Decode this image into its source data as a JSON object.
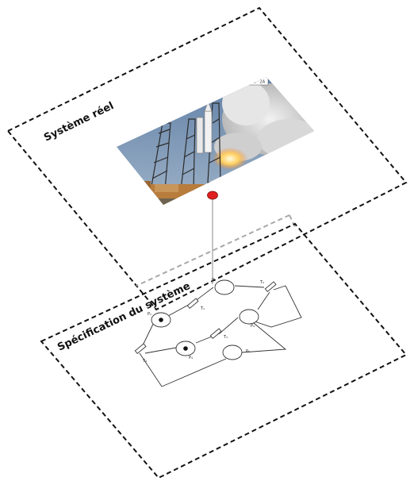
{
  "planes": {
    "real": {
      "label": "Système réel"
    },
    "spec": {
      "label": "Spécification du système"
    }
  },
  "photo": {
    "badge": "GG · 2A"
  },
  "colors": {
    "frame": "#111111",
    "ghost_frame": "#a8a8a8",
    "connector_dot": "#e02020",
    "connector_line": "#8a8a8a",
    "net": "#333333"
  },
  "petri_net": {
    "places": [
      {
        "id": "p1",
        "label": "P₁",
        "token": true
      },
      {
        "id": "p2",
        "label": "P₂",
        "token": false
      },
      {
        "id": "p3",
        "label": "P₃",
        "token": true
      },
      {
        "id": "p4",
        "label": "P₄",
        "token": false
      },
      {
        "id": "p5",
        "label": "P₅",
        "token": false
      }
    ],
    "transitions": [
      {
        "id": "t1",
        "label": "T₁"
      },
      {
        "id": "t2",
        "label": "T₂"
      },
      {
        "id": "t3",
        "label": "T₃"
      },
      {
        "id": "t4",
        "label": "T₄"
      }
    ]
  }
}
